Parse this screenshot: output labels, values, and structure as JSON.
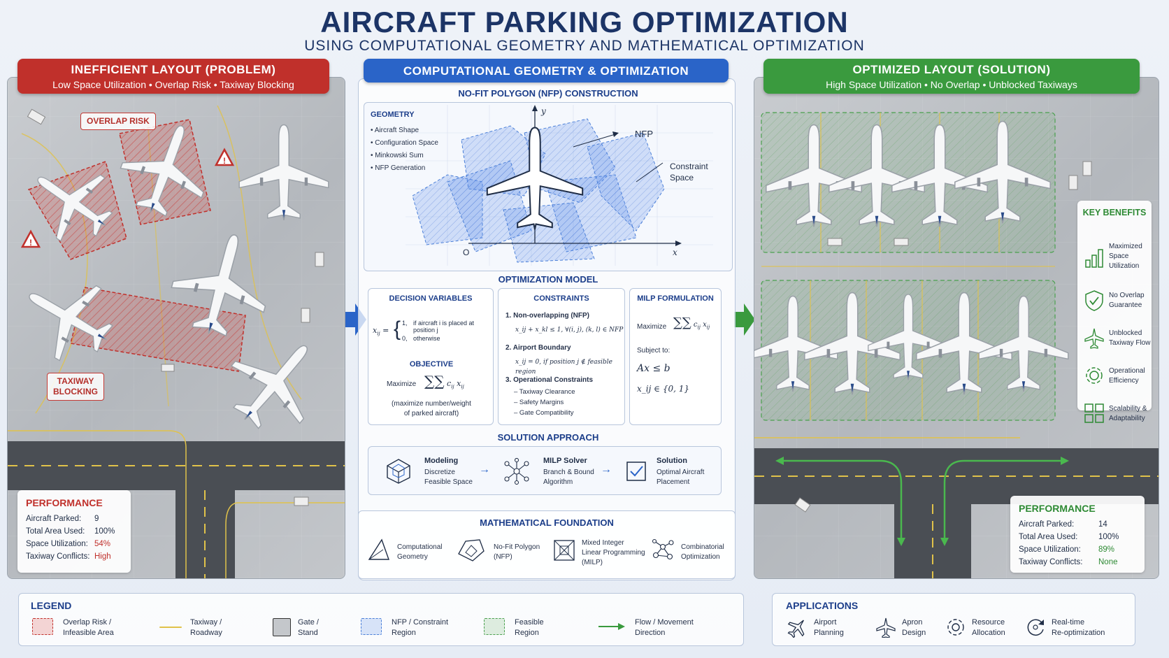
{
  "header": {
    "title": "AIRCRAFT PARKING OPTIMIZATION",
    "subtitle": "USING COMPUTATIONAL GEOMETRY AND MATHEMATICAL OPTIMIZATION"
  },
  "left": {
    "title": "INEFFICIENT LAYOUT (PROBLEM)",
    "subtitle": "Low Space Utilization • Overlap Risk • Taxiway Blocking",
    "tag_overlap": "OVERLAP RISK",
    "tag_taxiway_1": "TAXIWAY",
    "tag_taxiway_2": "BLOCKING",
    "performance": {
      "title": "PERFORMANCE",
      "rows": [
        {
          "label": "Aircraft Parked:",
          "value": "9"
        },
        {
          "label": "Total Area Used:",
          "value": "100%"
        },
        {
          "label": "Space Utilization:",
          "value": "54%"
        },
        {
          "label": "Taxiway Conflicts:",
          "value": "High"
        }
      ]
    }
  },
  "middle": {
    "title": "COMPUTATIONAL GEOMETRY & OPTIMIZATION",
    "nfp": {
      "title": "NO-FIT POLYGON (NFP) CONSTRUCTION",
      "geometry_title": "GEOMETRY",
      "geometry_items": [
        "Aircraft Shape",
        "Configuration Space",
        "Minkowski Sum",
        "NFP Generation"
      ],
      "label_nfp": "NFP",
      "label_constraint_1": "Constraint",
      "label_constraint_2": "Space",
      "axis_y": "y",
      "axis_x": "x",
      "axis_o": "O"
    },
    "model": {
      "title": "OPTIMIZATION MODEL",
      "dv_title": "DECISION VARIABLES",
      "dv_var": "x",
      "dv_sub": "ij",
      "dv_case1_val": "1,",
      "dv_case1_txt": "if aircraft i is placed at position j",
      "dv_case0_val": "0,",
      "dv_case0_txt": "otherwise",
      "obj_title": "OBJECTIVE",
      "obj_max": "Maximize",
      "obj_note_1": "(maximize number/weight",
      "obj_note_2": "of parked aircraft)",
      "con_title": "CONSTRAINTS",
      "con_1": "1.  Non-overlapping (NFP)",
      "con_1_eq": "x_ij + x_kl ≤ 1,   ∀(i, j), (k, l) ∈ NFP",
      "con_2": "2.  Airport Boundary",
      "con_2_eq": "x_ij = 0,    if position j ∉ feasible region",
      "con_3": "3.  Operational Constraints",
      "con_3_items": [
        "– Taxiway Clearance",
        "– Safety Margins",
        "– Gate Compatibility"
      ],
      "milp_title": "MILP FORMULATION",
      "milp_max": "Maximize",
      "milp_subject": "Subject to:",
      "milp_eq1": "Ax ≤ b",
      "milp_eq2": "x_ij ∈ {0, 1}"
    },
    "solution": {
      "title": "SOLUTION APPROACH",
      "steps": [
        {
          "title": "Modeling",
          "l1": "Discretize",
          "l2": "Feasible Space"
        },
        {
          "title": "MILP Solver",
          "l1": "Branch & Bound",
          "l2": "Algorithm"
        },
        {
          "title": "Solution",
          "l1": "Optimal Aircraft",
          "l2": "Placement"
        }
      ]
    },
    "foundation": {
      "title": "MATHEMATICAL FOUNDATION",
      "items": [
        {
          "l1": "Computational",
          "l2": "Geometry",
          "l3": ""
        },
        {
          "l1": "No-Fit Polygon",
          "l2": "(NFP)",
          "l3": ""
        },
        {
          "l1": "Mixed Integer",
          "l2": "Linear Programming",
          "l3": "(MILP)"
        },
        {
          "l1": "Combinatorial",
          "l2": "Optimization",
          "l3": ""
        }
      ]
    }
  },
  "right": {
    "title": "OPTIMIZED LAYOUT (SOLUTION)",
    "subtitle": "High Space Utilization • No Overlap • Unblocked Taxiways",
    "benefits_title": "KEY BENEFITS",
    "benefits": [
      {
        "l1": "Maximized",
        "l2": "Space",
        "l3": "Utilization"
      },
      {
        "l1": "No Overlap",
        "l2": "Guarantee",
        "l3": ""
      },
      {
        "l1": "Unblocked",
        "l2": "Taxiway Flow",
        "l3": ""
      },
      {
        "l1": "Operational",
        "l2": "Efficiency",
        "l3": ""
      },
      {
        "l1": "Scalability &",
        "l2": "Adaptability",
        "l3": ""
      }
    ],
    "performance": {
      "title": "PERFORMANCE",
      "rows": [
        {
          "label": "Aircraft Parked:",
          "value": "14"
        },
        {
          "label": "Total Area Used:",
          "value": "100%"
        },
        {
          "label": "Space Utilization:",
          "value": "89%"
        },
        {
          "label": "Taxiway Conflicts:",
          "value": "None"
        }
      ]
    }
  },
  "legend": {
    "title": "LEGEND",
    "items": [
      {
        "l1": "Overlap Risk /",
        "l2": "Infeasible Area"
      },
      {
        "l1": "Taxiway /",
        "l2": "Roadway"
      },
      {
        "l1": "Gate /",
        "l2": "Stand"
      },
      {
        "l1": "NFP / Constraint",
        "l2": "Region"
      },
      {
        "l1": "Feasible",
        "l2": "Region"
      },
      {
        "l1": "Flow / Movement",
        "l2": "Direction"
      }
    ]
  },
  "applications": {
    "title": "APPLICATIONS",
    "items": [
      {
        "l1": "Airport",
        "l2": "Planning"
      },
      {
        "l1": "Apron",
        "l2": "Design"
      },
      {
        "l1": "Resource",
        "l2": "Allocation"
      },
      {
        "l1": "Real-time",
        "l2": "Re-optimization"
      }
    ]
  },
  "colors": {
    "problem": "#c0302b",
    "middle": "#2a64c8",
    "solution": "#3a9a3e",
    "navy": "#1c3466",
    "red_text": "#c0302b",
    "green_text": "#2e8a34"
  }
}
